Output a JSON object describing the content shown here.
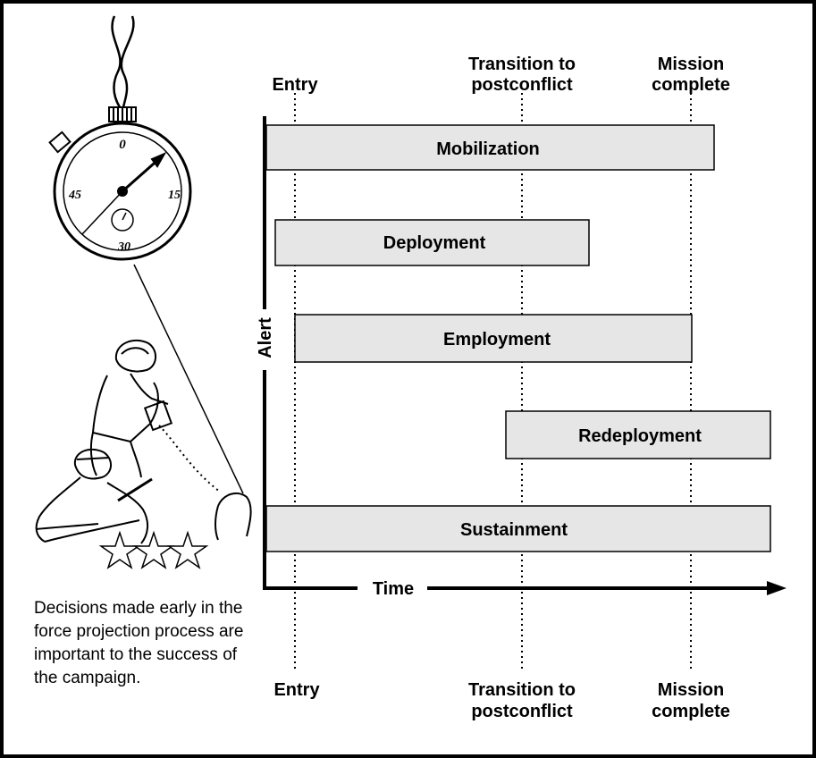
{
  "diagram": {
    "top_markers": {
      "entry": "Entry",
      "transition_line1": "Transition to",
      "transition_line2": "postconflict",
      "mission_line1": "Mission",
      "mission_line2": "complete"
    },
    "bottom_markers": {
      "entry": "Entry",
      "transition_line1": "Transition to",
      "transition_line2": "postconflict",
      "mission_line1": "Mission",
      "mission_line2": "complete"
    },
    "vertical_axis_label": "Alert",
    "horizontal_axis_label": "Time",
    "phases": [
      {
        "label": "Mobilization"
      },
      {
        "label": "Deployment"
      },
      {
        "label": "Employment"
      },
      {
        "label": "Redeployment"
      },
      {
        "label": "Sustainment"
      }
    ],
    "stopwatch_numbers": [
      "0",
      "15",
      "30",
      "45"
    ]
  },
  "caption": "Decisions made early in the force projection process are important to the success of the campaign.",
  "colors": {
    "bar_fill": "#e6e6e6",
    "stroke": "#000000"
  }
}
